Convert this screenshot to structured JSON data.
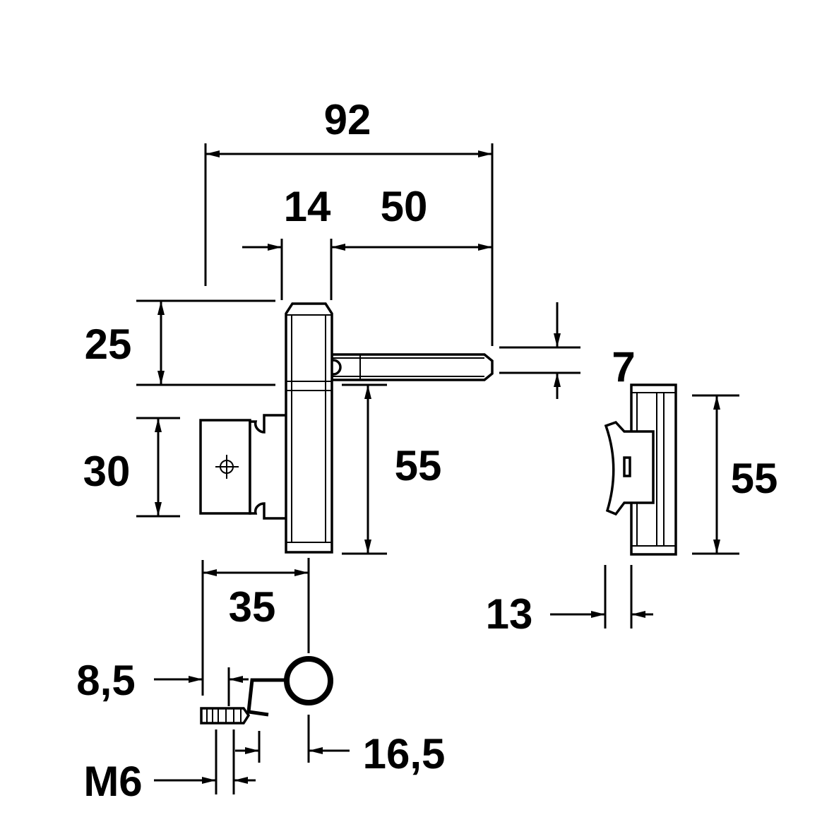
{
  "dimensions": {
    "overall_width": "92",
    "barrel_width": "14",
    "pin_length": "50",
    "top_height": "25",
    "plate_height": "30",
    "lower_height": "55",
    "pin_diameter": "7",
    "sleeve_height": "55",
    "sleeve_width": "13",
    "offset_35": "35",
    "offset_8_5": "8,5",
    "thread": "M6",
    "offset_16_5": "16,5"
  }
}
